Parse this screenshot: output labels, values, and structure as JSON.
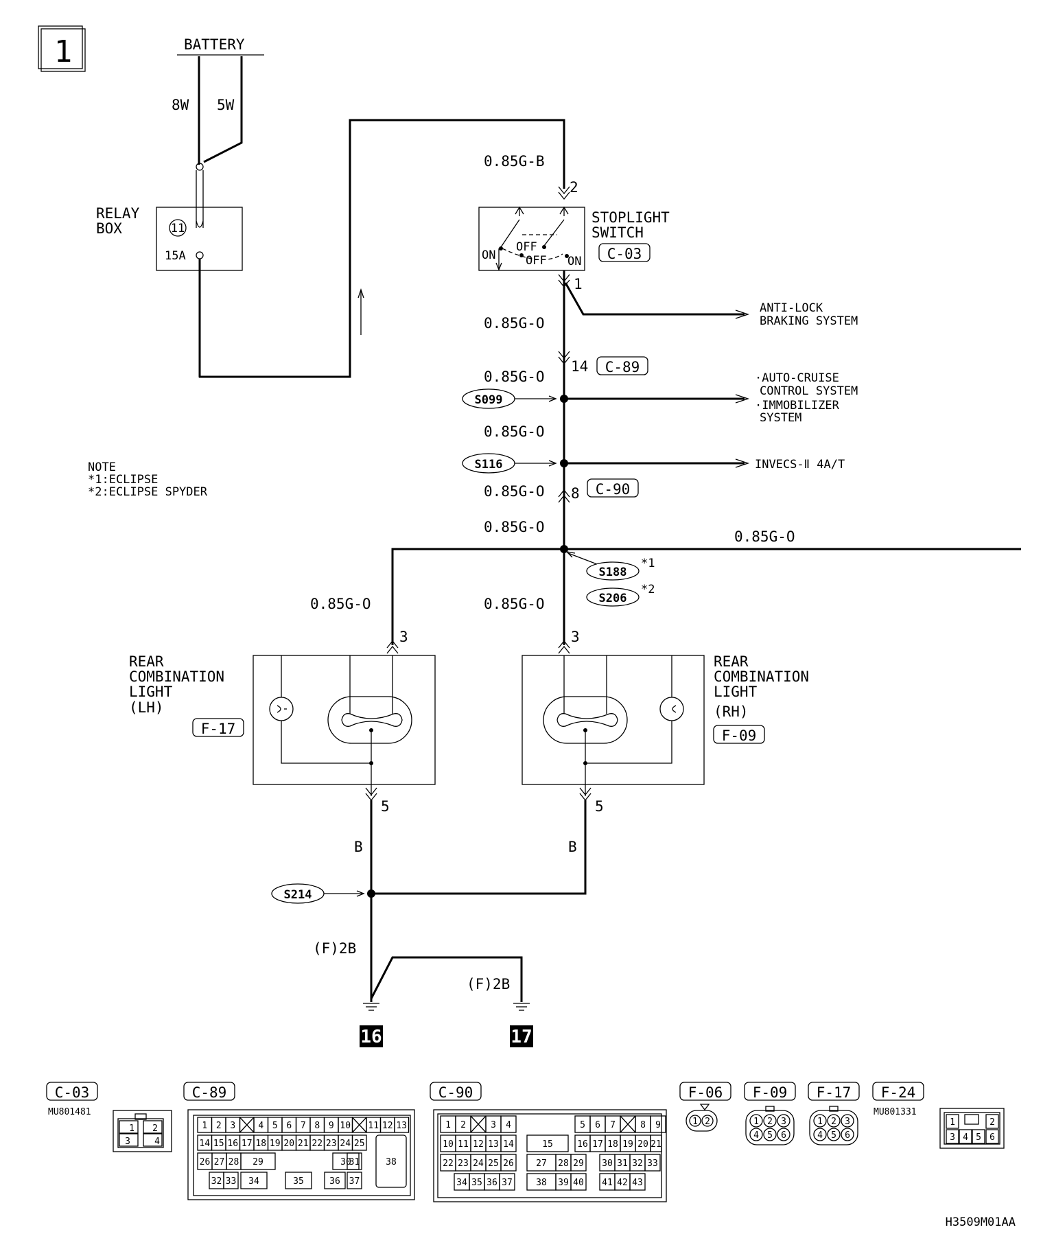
{
  "page_number": "1",
  "battery": {
    "label": "BATTERY",
    "fuse_a": "8W",
    "fuse_b": "5W"
  },
  "relay_box": {
    "label_line1": "RELAY",
    "label_line2": "BOX",
    "fuse_no": "11",
    "fuse_rating": "15A"
  },
  "stoplight_switch": {
    "label_line1": "STOPLIGHT",
    "label_line2": "SWITCH",
    "connector": "C-03",
    "pin_top": "2",
    "pin_bottom": "1",
    "on_left": "ON",
    "off_a": "OFF",
    "off_b": "OFF",
    "on_right": "ON"
  },
  "wires": {
    "top": "0.85G-B",
    "w1": "0.85G-O",
    "w2": "0.85G-O",
    "w3": "0.85G-O",
    "w4": "0.85G-O",
    "w5": "0.85G-O",
    "horizontal": "0.85G-O",
    "lh_drop": "0.85G-O",
    "rh_drop": "0.85G-O",
    "lh_ground": "B",
    "rh_ground": "B",
    "ground_a": "(F)2B",
    "ground_b": "(F)2B"
  },
  "connectors": {
    "c89_pin": "14",
    "c89": "C-89",
    "c90_pin": "8",
    "c90": "C-90"
  },
  "splices": {
    "s099": "S099",
    "s116": "S116",
    "s188": "S188",
    "s188_note": "*1",
    "s206": "S206",
    "s206_note": "*2",
    "s214": "S214"
  },
  "destinations": {
    "abs_line1": "ANTI-LOCK",
    "abs_line2": "BRAKING SYSTEM",
    "cruise_line1": "·AUTO-CRUISE",
    "cruise_line2": "CONTROL SYSTEM",
    "immob_line1": "·IMMOBILIZER",
    "immob_line2": "SYSTEM",
    "invecs": "INVECS-Ⅱ 4A/T"
  },
  "note": {
    "title": "NOTE",
    "line1": "*1:ECLIPSE",
    "line2": "*2:ECLIPSE SPYDER"
  },
  "rear_lh": {
    "line1": "REAR",
    "line2": "COMBINATION",
    "line3": "LIGHT",
    "line4": "(LH)",
    "connector": "F-17",
    "pin_top": "3",
    "pin_bottom": "5"
  },
  "rear_rh": {
    "line1": "REAR",
    "line2": "COMBINATION",
    "line3": "LIGHT",
    "line4": "(RH)",
    "connector": "F-09",
    "pin_top": "3",
    "pin_bottom": "5"
  },
  "grounds": {
    "g16": "16",
    "g17": "17"
  },
  "connector_views": {
    "c03": {
      "label": "C-03",
      "part": "MU801481",
      "pins": [
        "1",
        "2",
        "3",
        "4"
      ]
    },
    "c89": {
      "label": "C-89",
      "row1": [
        "1",
        "2",
        "3",
        "",
        "4",
        "5",
        "6",
        "7",
        "8",
        "9",
        "10",
        "",
        "11",
        "12",
        "13"
      ],
      "row2": [
        "14",
        "15",
        "16",
        "17",
        "18",
        "19",
        "20",
        "21",
        "22",
        "23",
        "24",
        "25"
      ],
      "row3": [
        "26",
        "27",
        "28",
        "29",
        "30",
        "31"
      ],
      "row4": [
        "32",
        "33",
        "34",
        "35",
        "36",
        "37"
      ],
      "big": "38"
    },
    "c90": {
      "label": "C-90",
      "row1": [
        "1",
        "2",
        "",
        "3",
        "4",
        "5",
        "6",
        "7",
        "",
        "8",
        "9"
      ],
      "row2": [
        "10",
        "11",
        "12",
        "13",
        "14",
        "15",
        "16",
        "17",
        "18",
        "19",
        "20",
        "21"
      ],
      "row3": [
        "22",
        "23",
        "24",
        "25",
        "26",
        "27",
        "28",
        "29",
        "30",
        "31",
        "32",
        "33"
      ],
      "row4": [
        "34",
        "35",
        "36",
        "37",
        "38",
        "39",
        "40",
        "41",
        "42",
        "43"
      ]
    },
    "f06": {
      "label": "F-06",
      "pins": [
        "1",
        "2"
      ]
    },
    "f09": {
      "label": "F-09",
      "pins": [
        "1",
        "2",
        "3",
        "4",
        "5",
        "6"
      ]
    },
    "f17": {
      "label": "F-17",
      "pins": [
        "1",
        "2",
        "3",
        "4",
        "5",
        "6"
      ]
    },
    "f24": {
      "label": "F-24",
      "part": "MU801331",
      "pins": [
        "1",
        "2",
        "3",
        "4",
        "5",
        "6"
      ]
    }
  },
  "footer_code": "H3509M01AA"
}
